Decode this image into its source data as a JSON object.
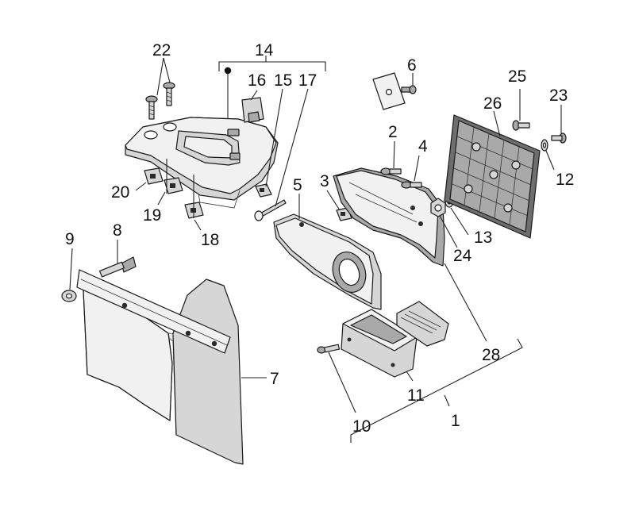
{
  "diagram": {
    "labels": {
      "p1": "1",
      "p2": "2",
      "p3": "3",
      "p4": "4",
      "p5": "5",
      "p6": "6",
      "p7": "7",
      "p8": "8",
      "p9": "9",
      "p10": "10",
      "p11": "11",
      "p12": "12",
      "p13": "13",
      "p14": "14",
      "p15": "15",
      "p16": "16",
      "p17": "17",
      "p18": "18",
      "p19": "19",
      "p20": "20",
      "p22": "22",
      "p23": "23",
      "p24": "24",
      "p25": "25",
      "p26": "26",
      "p28": "28"
    },
    "colors": {
      "line": "#1a1a1a",
      "light_fill": "#f1f1f1",
      "mid_fill": "#d6d6d6",
      "dark_fill": "#6e6e6e"
    }
  }
}
